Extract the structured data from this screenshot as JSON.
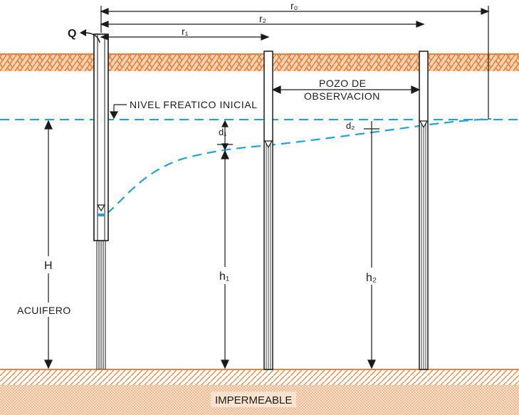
{
  "labels": {
    "q": "Q",
    "r0": "r₀",
    "r2": "r₂",
    "r1": "r₁",
    "nivel": "NIVEL FREATICO INICIAL",
    "pozo_line1": "POZO DE",
    "pozo_line2": "OBSERVACION",
    "d1": "d₁",
    "d2": "d₂",
    "H": "H",
    "h1": "h₁",
    "h2": "h₂",
    "acuifero": "ACUIFERO",
    "impermeable": "IMPERMEABLE"
  },
  "colors": {
    "ground": "#e8823a",
    "ground_fill": "#f6c49a",
    "water": "#1aa3dc",
    "ink": "#1a1a1a"
  }
}
